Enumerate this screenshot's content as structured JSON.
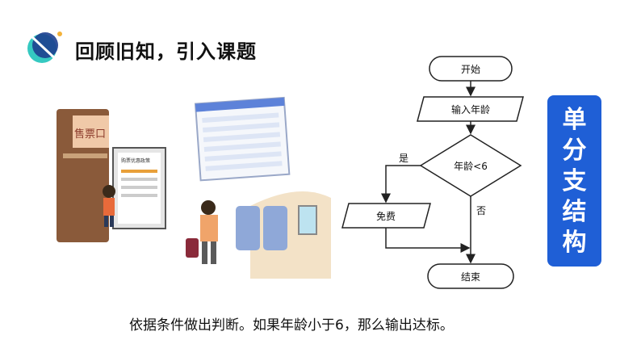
{
  "title": "回顾旧知，引入课题",
  "flowchart": {
    "start": "开始",
    "input": "输入年龄",
    "condition": "年龄<6",
    "yes": "是",
    "no": "否",
    "action": "免费",
    "end": "结束"
  },
  "side_label": "单分支结构",
  "caption": "依据条件做出判断。如果年龄小于6，那么输出达标。",
  "illustration": {
    "ticket_sign": "售票口",
    "poster_title": "购票优惠政策"
  },
  "colors": {
    "accent_blue": "#1f5fd6",
    "logo_teal": "#35c9c1",
    "logo_navy": "#1d3f8f"
  }
}
